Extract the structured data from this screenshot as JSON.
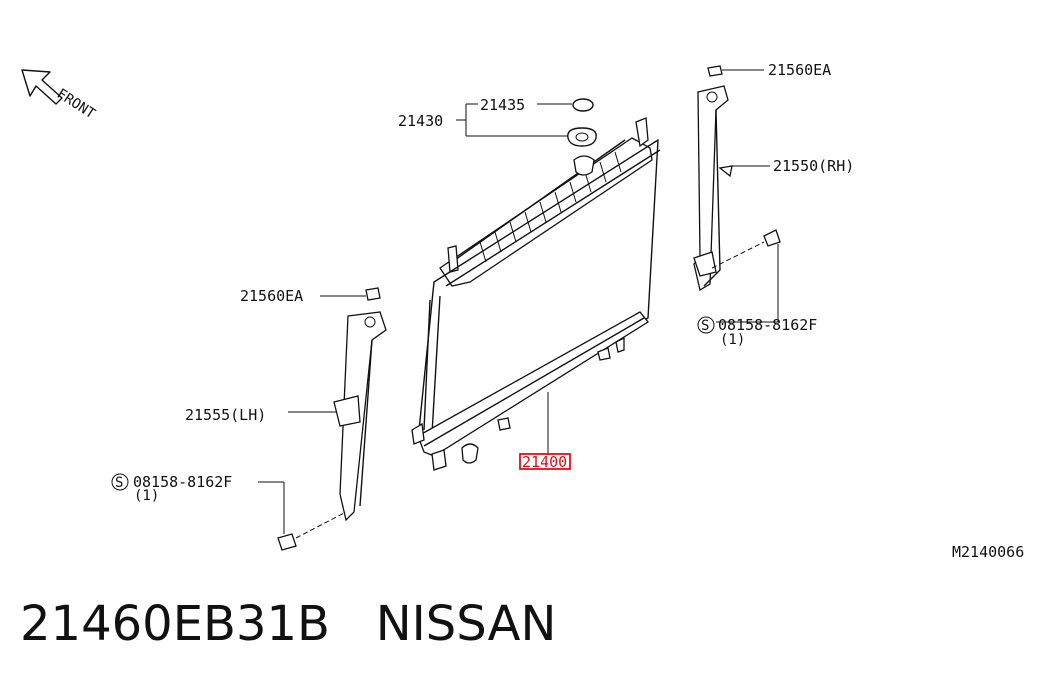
{
  "front_label": "FRONT",
  "parts": {
    "radiator": "21400",
    "cap_assembly": "21430",
    "cap": "21435",
    "grommet_upper_right": "21560EA",
    "grommet_upper_left": "21560EA",
    "bracket_rh": "21550(RH)",
    "bracket_lh": "21555(LH)",
    "bolt_right": "08158-8162F",
    "bolt_right_qty": "(1)",
    "bolt_left": "08158-8162F",
    "bolt_left_qty": "(1)",
    "screw_symbol": "S"
  },
  "diagram_code": "M2140066",
  "footer": "21460EB31B   NISSAN",
  "highlight_color": "#e0101a"
}
